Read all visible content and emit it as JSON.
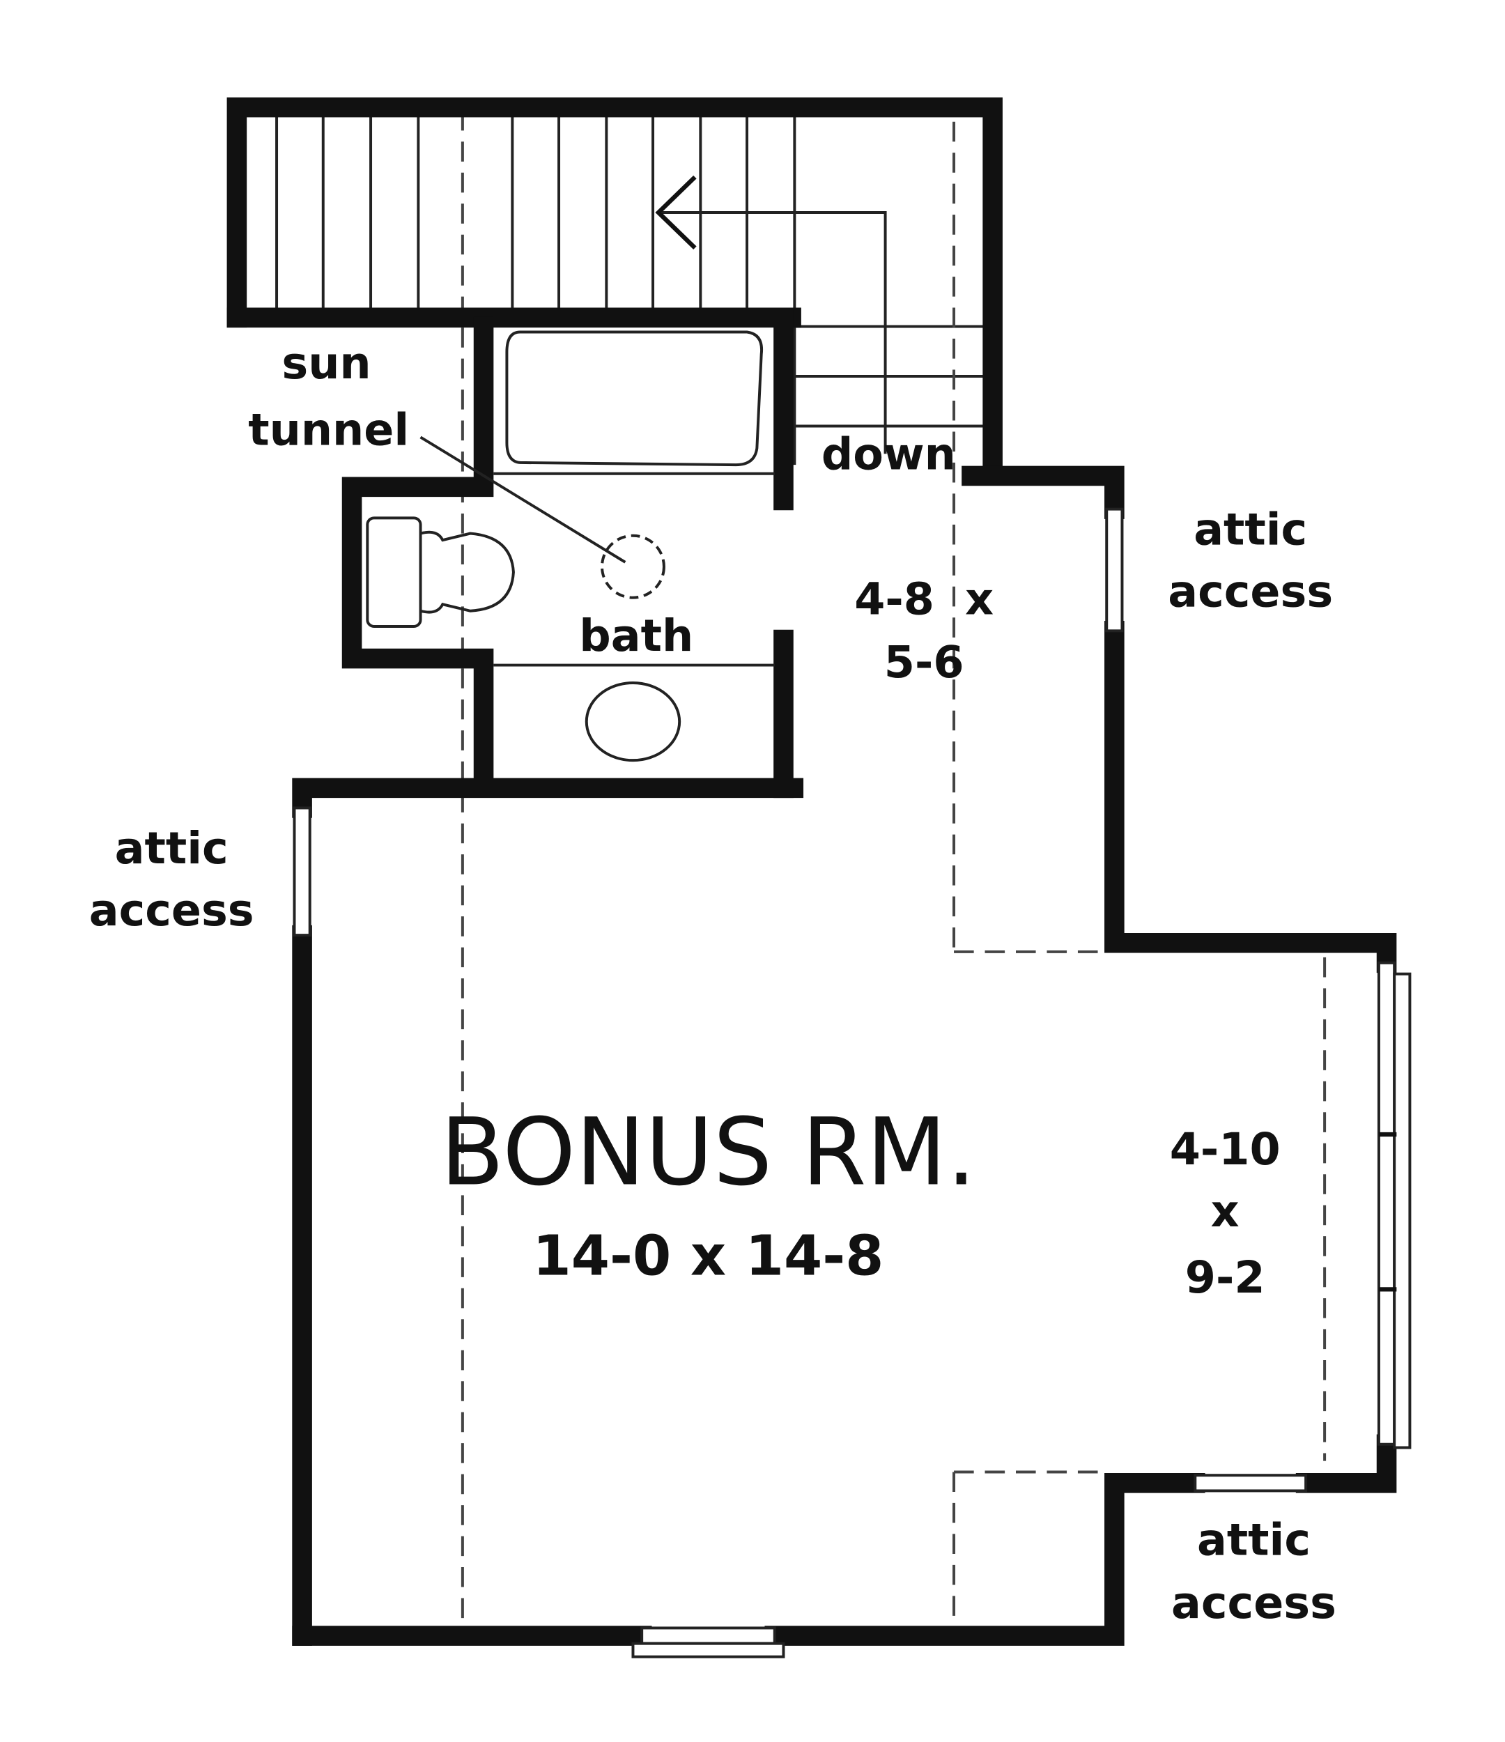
{
  "plan": {
    "room_name": "BONUS RM.",
    "room_size": "14-0 x 14-8",
    "labels": {
      "sun": "sun",
      "tunnel": "tunnel",
      "bath": "bath",
      "down": "down",
      "upper_dim_1": "4-8  x",
      "upper_dim_2": "5-6",
      "right_dim_1": "4-10",
      "right_dim_2": "x",
      "right_dim_3": "9-2",
      "attic_access_top_right_1": "attic",
      "attic_access_top_right_2": "access",
      "attic_access_left_1": "attic",
      "attic_access_left_2": "access",
      "attic_access_bottom_right_1": "attic",
      "attic_access_bottom_right_2": "access"
    }
  }
}
